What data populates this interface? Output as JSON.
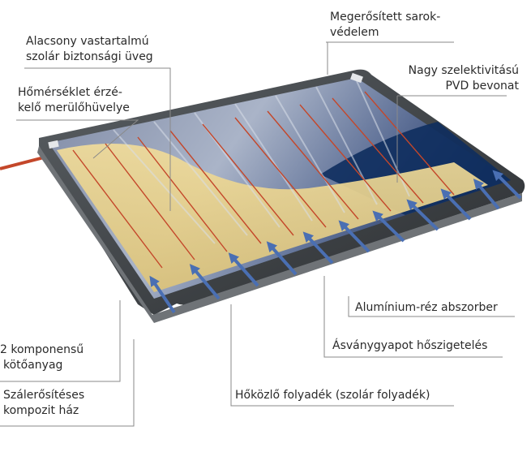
{
  "labels": {
    "corner": [
      "Megerősített sarok-",
      "védelem"
    ],
    "glass": [
      "Alacsony vastartalmú",
      "szolár biztonsági üveg"
    ],
    "coating": [
      "Nagy szelektivitású",
      "PVD bevonat"
    ],
    "sensor": [
      "Hőmérséklet érzé-",
      "kelő merülőhüvelye"
    ],
    "absorber": [
      "Alumínium-réz abszorber"
    ],
    "insulation": [
      "Ásványgyapot hőszigetelés"
    ],
    "adhesive": [
      "2 komponensű",
      "kötőanyag"
    ],
    "housing": [
      "Szálerősítéses",
      "kompozit ház"
    ],
    "fluid": [
      "Hőközlő folyadék (szolár folyadék)"
    ]
  },
  "colors": {
    "frame": "#3b3f42",
    "glass_blue": "#2c3f6c",
    "pvd_blue": "#0e2e5e",
    "insulation": "#e6cf86",
    "pipe": "#c4472a",
    "arrow": "#4a6fb3",
    "leader": "#7a7a7a"
  }
}
